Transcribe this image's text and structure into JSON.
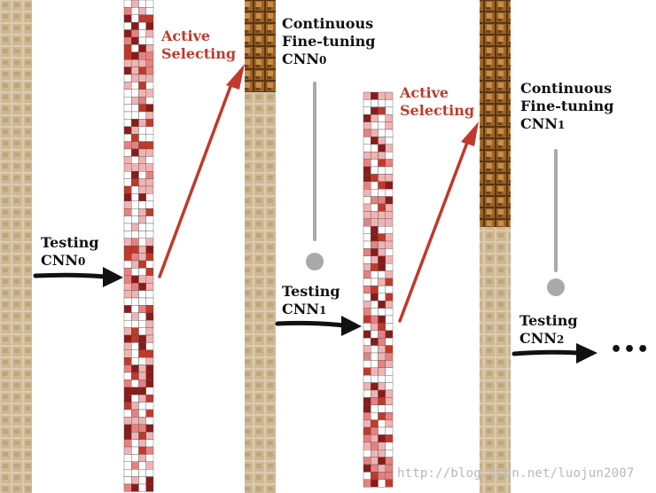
{
  "labels": {
    "testing_cnn0": {
      "l1": "Testing",
      "l2": "CNN",
      "sub": "0"
    },
    "active_selecting_1": {
      "l1": "Active",
      "l2": "Selecting"
    },
    "finetune_cnn0": {
      "l1": "Continuous",
      "l2": "Fine-tuning",
      "l3": "CNN",
      "sub": "0"
    },
    "testing_cnn1": {
      "l1": "Testing",
      "l2": "CNN",
      "sub": "1"
    },
    "active_selecting_2": {
      "l1": "Active",
      "l2": "Selecting"
    },
    "finetune_cnn1": {
      "l1": "Continuous",
      "l2": "Fine-tuning",
      "l3": "CNN",
      "sub": "1"
    },
    "testing_cnn2": {
      "l1": "Testing",
      "l2": "CNN",
      "sub": "2"
    },
    "ellipsis": "•••"
  },
  "watermark": "http://blog.csdn.net/luojun2007",
  "colors": {
    "red_accent": "#c0392b",
    "dark_red": "#8b1a1a",
    "pink": "#f0b3b3",
    "patch_brown": "#8a5a2b",
    "faded_patch": "#d8c7a8",
    "grey_arrow": "#a9a9a9"
  }
}
